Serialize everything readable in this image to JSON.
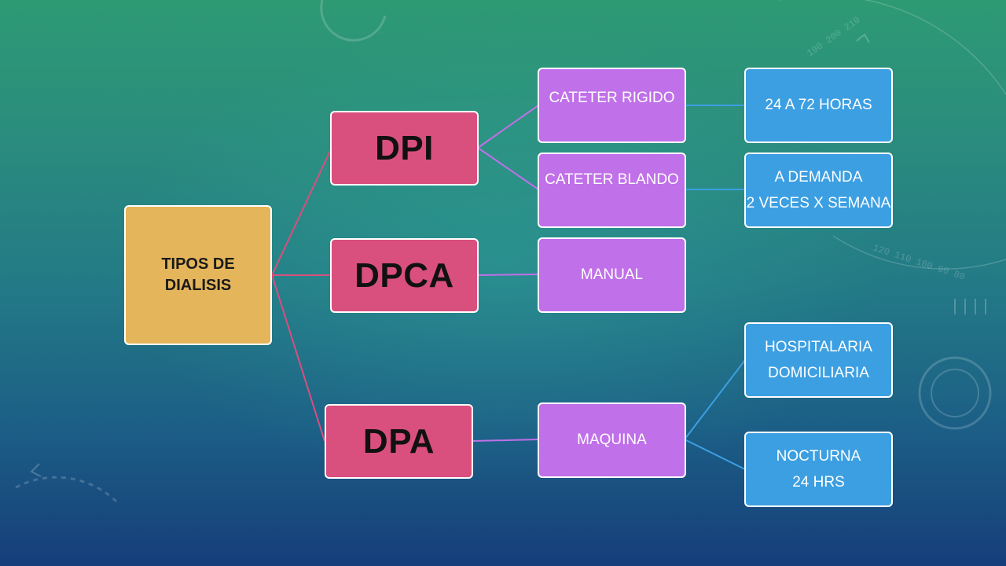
{
  "root": {
    "line1": "TIPOS DE",
    "line2": "DIALISIS"
  },
  "types": [
    {
      "label": "DPI"
    },
    {
      "label": "DPCA"
    },
    {
      "label": "DPA"
    }
  ],
  "methods": [
    {
      "label": "CATETER RIGIDO"
    },
    {
      "label": "CATETER BLANDO"
    },
    {
      "label": "MANUAL"
    },
    {
      "label": "MAQUINA"
    }
  ],
  "details": [
    {
      "lines": [
        "24 A 72 HORAS"
      ]
    },
    {
      "lines": [
        "A DEMANDA",
        "2 VECES X SEMANA"
      ]
    },
    {
      "lines": [
        "HOSPITALARIA",
        "DOMICILIARIA"
      ]
    },
    {
      "lines": [
        "NOCTURNA",
        "24 HRS"
      ]
    }
  ],
  "decor_numbers": [
    "190 200 210",
    "120 110 100 90 80"
  ],
  "colors": {
    "root_fill": "#e4b55a",
    "type_fill": "#d94f7e",
    "method_fill": "#c070e8",
    "detail_fill": "#3c9fe2",
    "pink_line": "#d94f7e",
    "purple_line": "#c070e8",
    "blue_line": "#3c9fe2"
  }
}
